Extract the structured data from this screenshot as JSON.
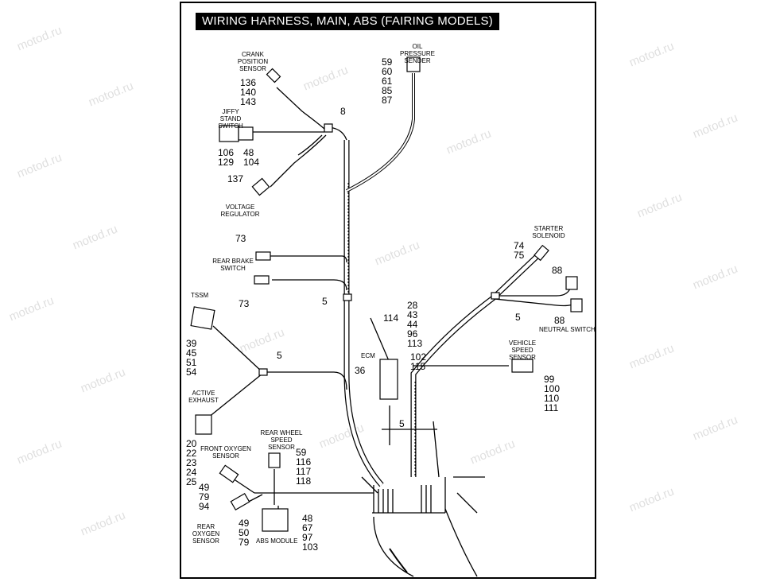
{
  "title": "WIRING HARNESS, MAIN, ABS (FAIRING MODELS)",
  "watermark": "motod.ru",
  "components": {
    "crank_position_sensor": {
      "label": "CRANK POSITION SENSOR",
      "refs": [
        "136",
        "140",
        "143"
      ]
    },
    "oil_pressure_sender": {
      "label": "OIL PRESSURE SENDER",
      "refs": [
        "59",
        "60",
        "61",
        "85",
        "87"
      ]
    },
    "jiffy_stand_switch": {
      "label": "JIFFY STAND SWITCH",
      "refs_left": [
        "106",
        "129"
      ],
      "refs_right": [
        "48",
        "104"
      ]
    },
    "clip_top": {
      "ref": "8"
    },
    "voltage_regulator": {
      "label": "VOLTAGE REGULATOR",
      "ref": "137"
    },
    "rear_brake_switch": {
      "label": "REAR BRAKE SWITCH",
      "ref_top": "73",
      "ref_bottom": "73"
    },
    "clip_mid": {
      "ref": "5"
    },
    "tssm": {
      "label": "TSSM",
      "refs": [
        "39",
        "45",
        "51",
        "54"
      ]
    },
    "clip_left": {
      "ref": "5"
    },
    "active_exhaust": {
      "label": "ACTIVE EXHAUST",
      "refs": [
        "20",
        "22",
        "23",
        "24",
        "25"
      ]
    },
    "front_oxygen_sensor": {
      "label": "FRONT OXYGEN SENSOR",
      "refs": [
        "49",
        "79",
        "94"
      ]
    },
    "rear_oxygen_sensor": {
      "label": "REAR OXYGEN SENSOR",
      "refs": [
        "49",
        "50",
        "79"
      ]
    },
    "rear_wheel_speed_sensor": {
      "label": "REAR WHEEL SPEED SENSOR",
      "refs": [
        "59",
        "116",
        "117",
        "118"
      ]
    },
    "abs_module": {
      "label": "ABS MODULE",
      "refs": [
        "48",
        "67",
        "97",
        "103"
      ]
    },
    "ecm": {
      "label": "ECM",
      "ref": "36",
      "refs_right": [
        "102",
        "115"
      ],
      "clip_ref": "5"
    },
    "ground_strap": {
      "ref": "114",
      "refs": [
        "28",
        "43",
        "44",
        "96",
        "113"
      ]
    },
    "starter_solenoid": {
      "label": "STARTER SOLENOID",
      "refs": [
        "74",
        "75"
      ]
    },
    "neutral_switch": {
      "label": "NEUTRAL SWITCH",
      "ref_top": "88",
      "ref_bottom": "88"
    },
    "clip_right": {
      "ref": "5"
    },
    "vehicle_speed_sensor": {
      "label": "VEHICLE SPEED SENSOR",
      "refs": [
        "99",
        "100",
        "110",
        "111"
      ]
    }
  }
}
